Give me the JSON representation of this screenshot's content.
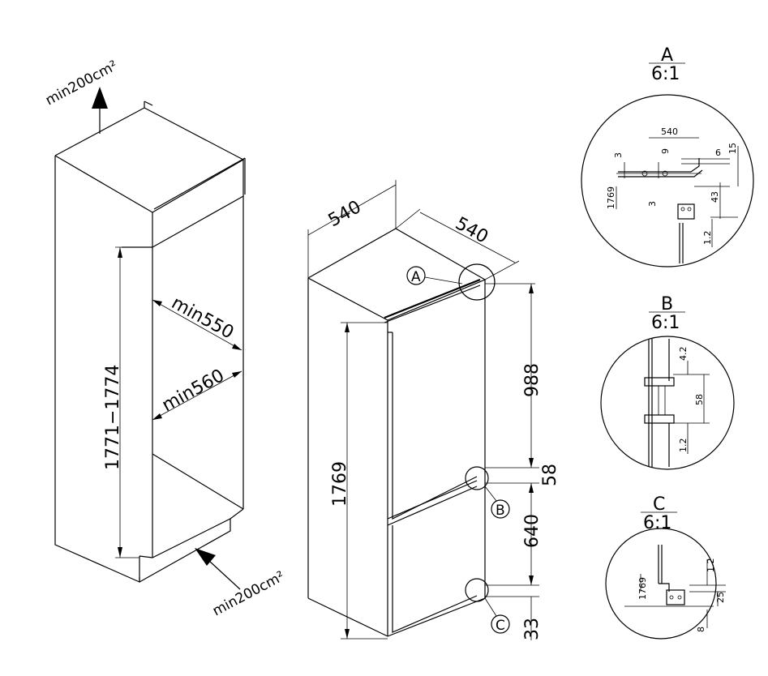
{
  "cabinet": {
    "vent_top": "min200cm²",
    "vent_bottom": "min200cm²",
    "height_range": "1771−1774",
    "depth_min": "min550",
    "width_min": "min560"
  },
  "fridge": {
    "width": "540",
    "depth": "540",
    "height": "1769",
    "upper_door": "988",
    "gap": "58",
    "lower_door": "640",
    "bottom_offset": "33",
    "callout_a": "A",
    "callout_b": "B",
    "callout_c": "C"
  },
  "detail_a": {
    "label": "A",
    "scale": "6:1",
    "dims": {
      "d540": "540",
      "d9": "9",
      "d6": "6",
      "d15": "15",
      "d3a": "3",
      "d3b": "3",
      "d1769": "1769",
      "d43": "43",
      "d12": "1.2"
    }
  },
  "detail_b": {
    "label": "B",
    "scale": "6:1",
    "dims": {
      "d42": "4.2",
      "d58": "58",
      "d12": "1.2"
    }
  },
  "detail_c": {
    "label": "C",
    "scale": "6:1",
    "dims": {
      "d1769": "1769",
      "d12": "1.2",
      "d25": "25",
      "d8": "8"
    }
  }
}
